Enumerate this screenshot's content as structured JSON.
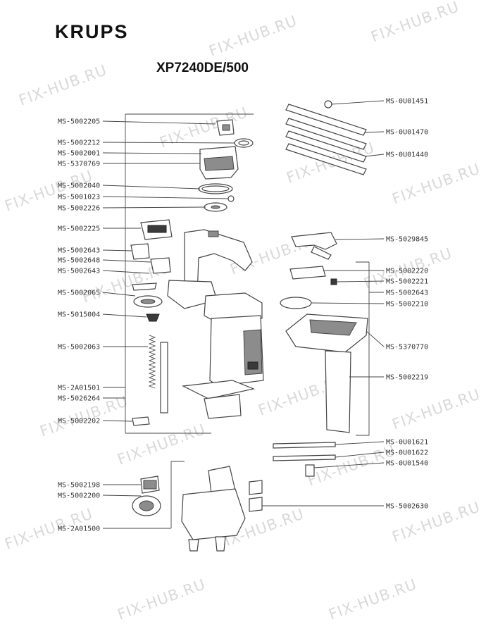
{
  "brand": "KRUPS",
  "model": "XP7240DE/500",
  "watermark": "FIX-HUB.RU",
  "labels_left": [
    "MS-5002205",
    "MS-5002212",
    "MS-5002001",
    "MS-5370769",
    "MS-5002040",
    "MS-5001023",
    "MS-5002226",
    "MS-5002225",
    "MS-5002643",
    "MS-5002648",
    "MS-5002643",
    "MS-5002065",
    "MS-5015004",
    "MS-5002063",
    "MS-2A01501",
    "MS-5026264",
    "MS-5002202",
    "MS-5002198",
    "MS-5002200",
    "MS-2A01500"
  ],
  "labels_right": [
    "MS-0U01451",
    "MS-0U01470",
    "MS-0U01440",
    "MS-5029845",
    "MS-5002220",
    "MS-5002221",
    "MS-5002643",
    "MS-5002210",
    "MS-5370770",
    "MS-5002219",
    "MS-0U01621",
    "MS-0U01622",
    "MS-0U01540",
    "MS-5002630"
  ]
}
